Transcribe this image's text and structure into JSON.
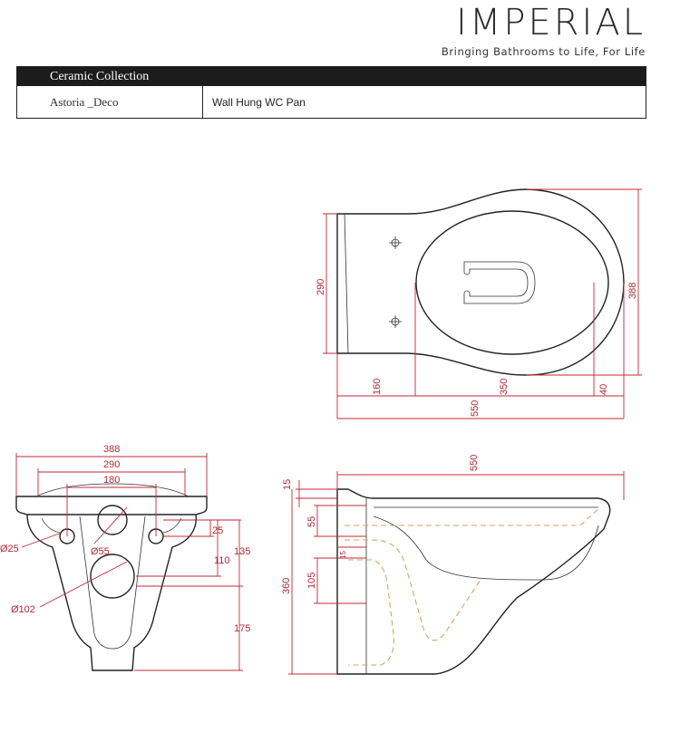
{
  "brand": {
    "name": "IMPERIAL",
    "tagline": "Bringing Bathrooms to Life, For Life"
  },
  "title_block": {
    "collection": "Ceramic Collection",
    "model": "Astoria _Deco",
    "product": "Wall Hung WC Pan"
  },
  "dimensions": {
    "top_view": {
      "width_290": "290",
      "length_388": "388",
      "seg_160": "160",
      "seg_350": "350",
      "seg_40": "40",
      "overall_550": "550"
    },
    "rear_view": {
      "width_388": "388",
      "width_290": "290",
      "width_180": "180",
      "dia_25": "Ø25",
      "dia_55": "Ø55",
      "dia_102": "Ø102",
      "h_25": "25",
      "h_110": "110",
      "h_135": "135",
      "h_175": "175"
    },
    "side_view": {
      "length_550": "550",
      "h_15": "15",
      "h_55": "55",
      "h_15b": "15",
      "h_105": "105",
      "h_360": "360"
    }
  },
  "colors": {
    "dimension": "#c02a3a",
    "hidden_line": "#d6a35a",
    "outline": "#222222"
  }
}
